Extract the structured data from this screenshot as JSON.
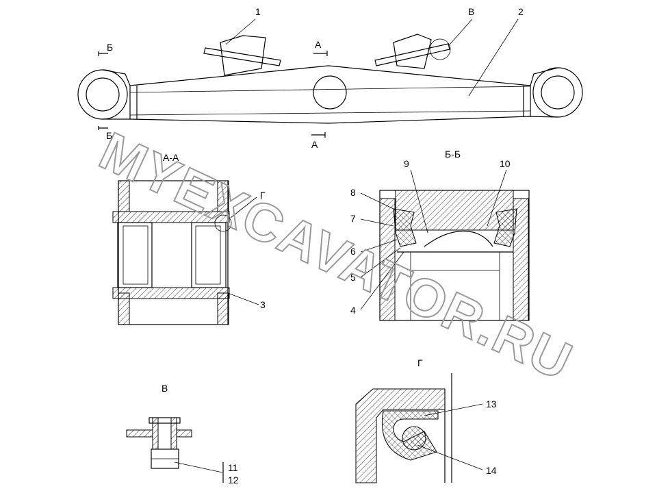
{
  "drawing": {
    "main_view_labels": {
      "part1": "1",
      "detailB": "В",
      "part2": "2",
      "sectionB_top": "Б",
      "sectionA_top": "А",
      "sectionB_bottom": "Б",
      "sectionA_bottom": "А"
    },
    "section_AA": {
      "title": "А-А",
      "detailG": "Г",
      "part3": "3"
    },
    "section_BB": {
      "title": "Б-Б",
      "parts": [
        "9",
        "10",
        "8",
        "7",
        "6",
        "5",
        "4"
      ]
    },
    "detail_B": {
      "title": "В",
      "part11": "11",
      "part12": "12"
    },
    "detail_G": {
      "title": "Г",
      "part13": "13",
      "part14": "14"
    }
  },
  "watermark": "MYEXCAVATOR.RU"
}
